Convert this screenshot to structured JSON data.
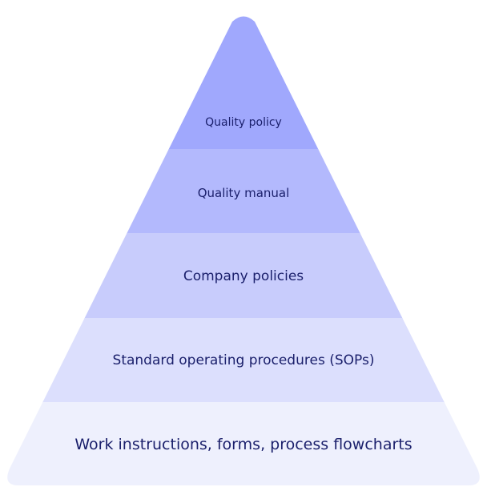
{
  "diagram": {
    "type": "pyramid",
    "levels": [
      {
        "label": "Quality policy",
        "color": "#a0a8fd"
      },
      {
        "label": "Quality manual",
        "color": "#b3b9fd"
      },
      {
        "label": "Company policies",
        "color": "#c8ccfc"
      },
      {
        "label": "Standard operating procedures (SOPs)",
        "color": "#dcdffd"
      },
      {
        "label": "Work instructions, forms, process flowcharts",
        "color": "#eef0fd"
      }
    ],
    "text_color": "#1a1f6b"
  }
}
